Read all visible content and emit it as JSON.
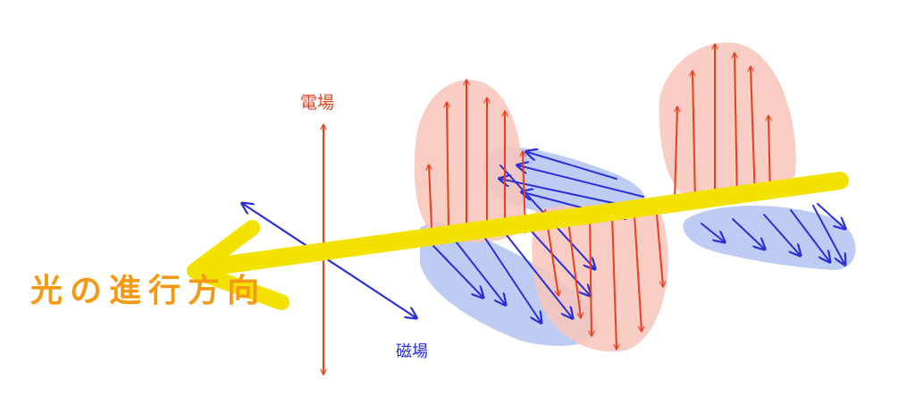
{
  "labels": {
    "electric_field": "電場",
    "magnetic_field": "磁場",
    "propagation_direction": "光の進行方向"
  },
  "colors": {
    "electric": "#e8401e",
    "electric_fill": "#f8c4b8",
    "magnetic": "#2a2fd6",
    "magnetic_fill": "#aebff0",
    "propagation": "#f3e200",
    "propagation_text": "#f49a12"
  }
}
